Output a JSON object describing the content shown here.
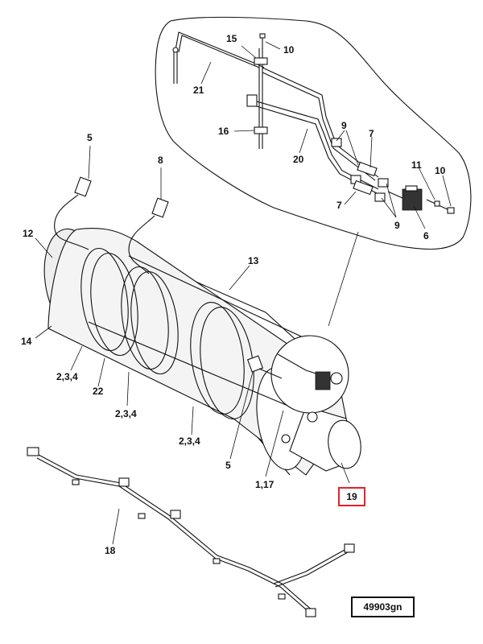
{
  "figure_id": "49903gn",
  "highlight": {
    "label": "19",
    "color": "#e8202a"
  },
  "callouts": [
    {
      "id": "c15",
      "label": "15"
    },
    {
      "id": "c10a",
      "label": "10"
    },
    {
      "id": "c21",
      "label": "21"
    },
    {
      "id": "c16",
      "label": "16"
    },
    {
      "id": "c20",
      "label": "20"
    },
    {
      "id": "c9a",
      "label": "9"
    },
    {
      "id": "c7a",
      "label": "7"
    },
    {
      "id": "c11",
      "label": "11"
    },
    {
      "id": "c10b",
      "label": "10"
    },
    {
      "id": "c7b",
      "label": "7"
    },
    {
      "id": "c9b",
      "label": "9"
    },
    {
      "id": "c6",
      "label": "6"
    },
    {
      "id": "c5a",
      "label": "5"
    },
    {
      "id": "c8",
      "label": "8"
    },
    {
      "id": "c12",
      "label": "12"
    },
    {
      "id": "c13",
      "label": "13"
    },
    {
      "id": "c14",
      "label": "14"
    },
    {
      "id": "c234a",
      "label": "2,3,4"
    },
    {
      "id": "c22",
      "label": "22"
    },
    {
      "id": "c234b",
      "label": "2,3,4"
    },
    {
      "id": "c234c",
      "label": "2,3,4"
    },
    {
      "id": "c5b",
      "label": "5"
    },
    {
      "id": "c117",
      "label": "1,17"
    },
    {
      "id": "c18",
      "label": "18"
    }
  ]
}
